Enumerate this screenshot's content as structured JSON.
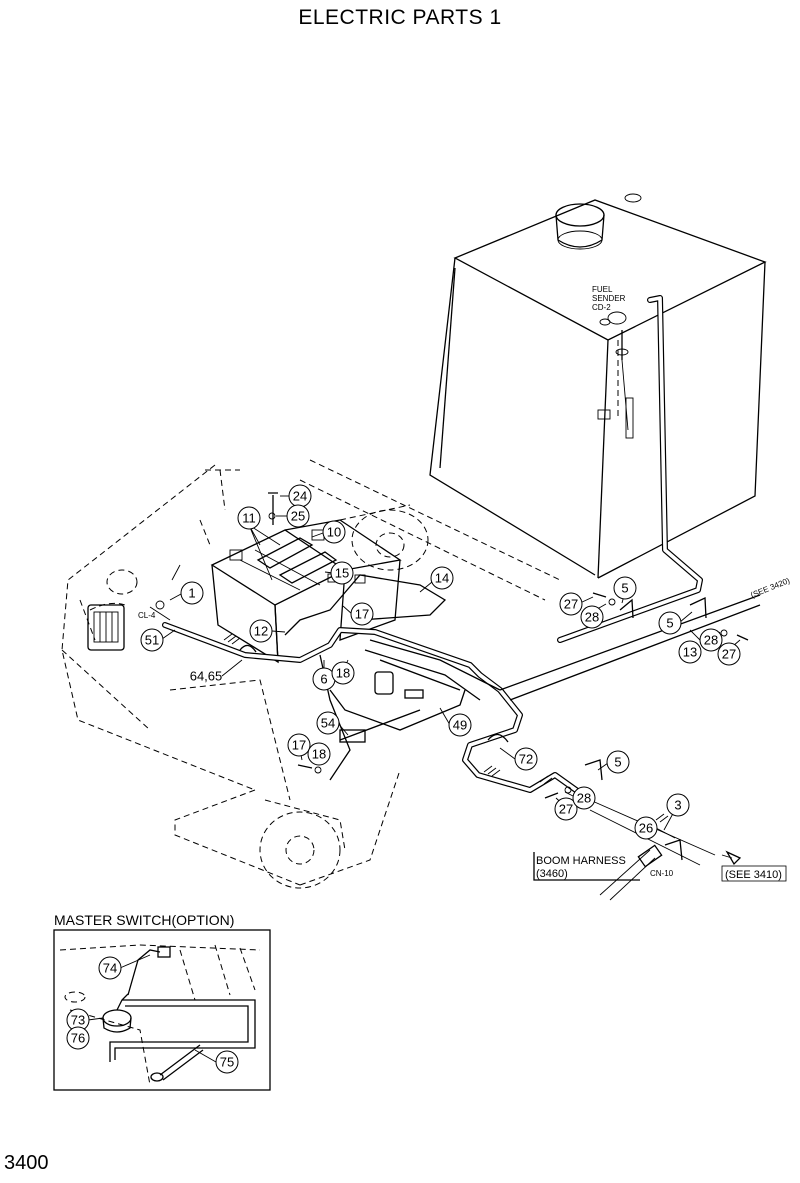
{
  "title": "ELECTRIC PARTS 1",
  "page_number": "3400",
  "labels": {
    "fuel_sender": [
      "FUEL",
      "SENDER",
      "CD-2"
    ],
    "cl4": "CL-4",
    "cn10": "CN-10",
    "see_3420": "(SEE 3420)",
    "see_3410": "(SEE 3410)",
    "boom_harness": [
      "BOOM HARNESS",
      "(3460)"
    ],
    "master_switch": "MASTER SWITCH(OPTION)"
  },
  "callouts": [
    "24",
    "25",
    "11",
    "10",
    "15",
    "14",
    "17",
    "1",
    "CL-4",
    "51",
    "12",
    "64,65",
    "6",
    "18",
    "49",
    "54",
    "17",
    "18",
    "72",
    "27",
    "5",
    "28",
    "5",
    "13",
    "28",
    "27",
    "5",
    "27",
    "28",
    "3",
    "26",
    "74",
    "73",
    "76",
    "75"
  ]
}
